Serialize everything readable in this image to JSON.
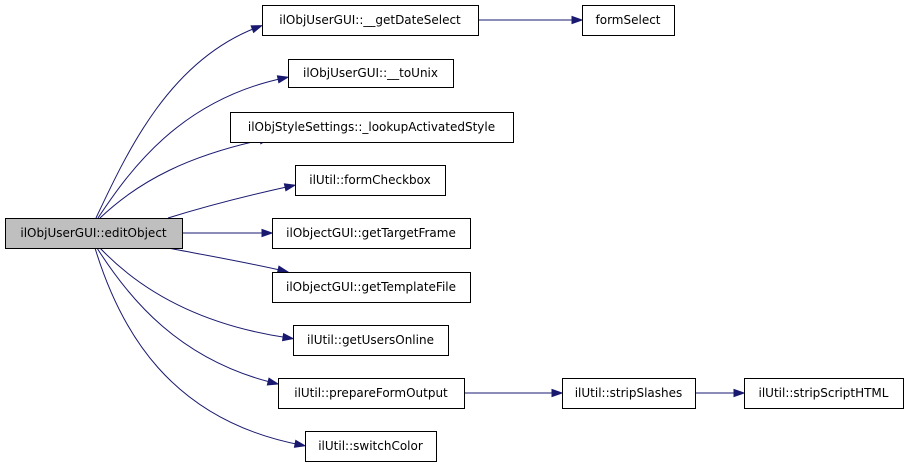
{
  "diagram": {
    "nodes": [
      {
        "id": "root",
        "label": "ilObjUserGUI::editObject",
        "highlight": true
      },
      {
        "id": "n1",
        "label": "ilObjUserGUI::__getDateSelect"
      },
      {
        "id": "n2",
        "label": "formSelect"
      },
      {
        "id": "n3",
        "label": "ilObjUserGUI::__toUnix"
      },
      {
        "id": "n4",
        "label": "ilObjStyleSettings::_lookupActivatedStyle"
      },
      {
        "id": "n5",
        "label": "ilUtil::formCheckbox"
      },
      {
        "id": "n6",
        "label": "ilObjectGUI::getTargetFrame"
      },
      {
        "id": "n7",
        "label": "ilObjectGUI::getTemplateFile"
      },
      {
        "id": "n8",
        "label": "ilUtil::getUsersOnline"
      },
      {
        "id": "n9",
        "label": "ilUtil::prepareFormOutput"
      },
      {
        "id": "n10",
        "label": "ilUtil::stripSlashes"
      },
      {
        "id": "n11",
        "label": "ilUtil::stripScriptHTML"
      },
      {
        "id": "n12",
        "label": "ilUtil::switchColor"
      }
    ],
    "edges": [
      {
        "from": "root",
        "to": "n1"
      },
      {
        "from": "n1",
        "to": "n2"
      },
      {
        "from": "root",
        "to": "n3"
      },
      {
        "from": "root",
        "to": "n4"
      },
      {
        "from": "root",
        "to": "n5"
      },
      {
        "from": "root",
        "to": "n6"
      },
      {
        "from": "root",
        "to": "n7"
      },
      {
        "from": "root",
        "to": "n8"
      },
      {
        "from": "root",
        "to": "n9"
      },
      {
        "from": "n9",
        "to": "n10"
      },
      {
        "from": "n10",
        "to": "n11"
      },
      {
        "from": "root",
        "to": "n12"
      }
    ],
    "colors": {
      "edge": "#191970",
      "root_fill": "#bfbfbf",
      "node_fill": "#ffffff",
      "border": "#000000"
    }
  }
}
